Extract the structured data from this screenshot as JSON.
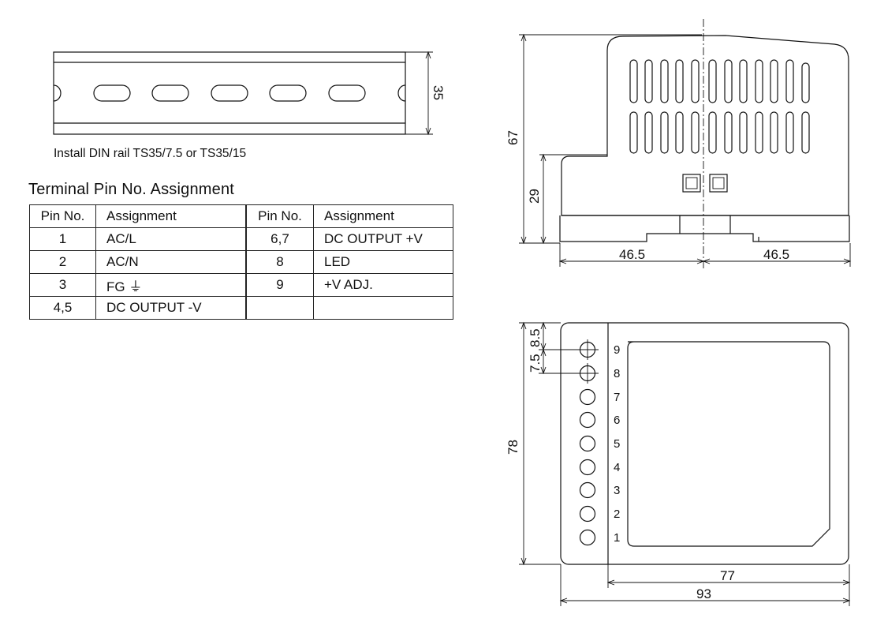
{
  "din_rail": {
    "height_dim": "35",
    "caption": "Install DIN rail TS35/7.5 or TS35/15"
  },
  "terminal_table": {
    "title": "Terminal Pin No.  Assignment",
    "headers": [
      "Pin No.",
      "Assignment",
      "Pin No.",
      "Assignment"
    ],
    "rows": [
      [
        "1",
        "AC/L",
        "6,7",
        "DC OUTPUT +V"
      ],
      [
        "2",
        "AC/N",
        "8",
        "LED"
      ],
      [
        "3",
        "FG ⏚",
        "9",
        "+V ADJ."
      ],
      [
        "4,5",
        "DC OUTPUT -V",
        "",
        ""
      ]
    ]
  },
  "side_view": {
    "height_total": "67",
    "height_lower": "29",
    "width_left": "46.5",
    "width_right": "46.5"
  },
  "front_view": {
    "height": "78",
    "pitch_top": "8.5",
    "pitch": "7.5",
    "width_inner": "77",
    "width_total": "93",
    "terminal_numbers": [
      "9",
      "8",
      "7",
      "6",
      "5",
      "4",
      "3",
      "2",
      "1"
    ]
  }
}
